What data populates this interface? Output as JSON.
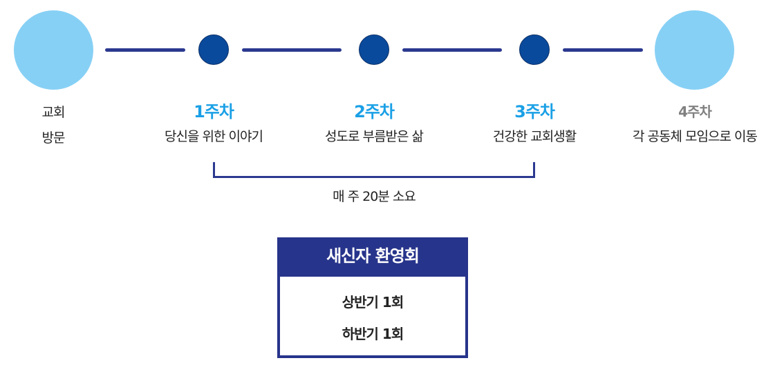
{
  "colors": {
    "light_circle": "#87d0f5",
    "dark_circle": "#0a4a9c",
    "line": "#2b3990",
    "week_blue": "#1aa0e6",
    "week_gray": "#808080",
    "box": "#27348b"
  },
  "steps": [
    {
      "line1": "교회",
      "line2": "방문"
    },
    {
      "week": "1주차",
      "desc": "당신을 위한 이야기"
    },
    {
      "week": "2주차",
      "desc": "성도로 부름받은 삶"
    },
    {
      "week": "3주차",
      "desc": "건강한 교회생활"
    },
    {
      "week": "4주차",
      "desc": "각 공동체 모임으로 이동"
    }
  ],
  "bracket_label": "매 주 20분 소요",
  "welcome": {
    "title": "새신자 환영회",
    "items": [
      "상반기 1회",
      "하반기 1회"
    ]
  }
}
